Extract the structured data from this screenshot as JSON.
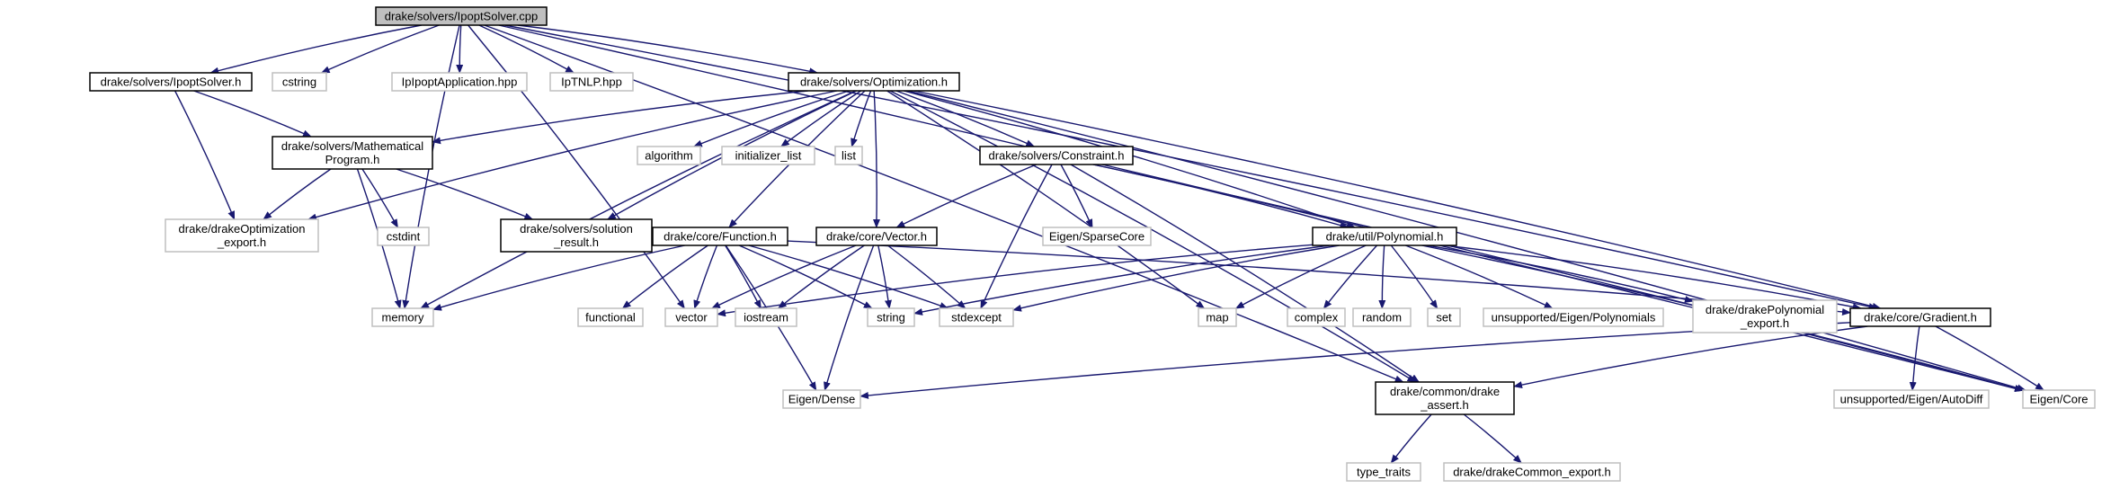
{
  "colors": {
    "edge": "#191970",
    "root_fill": "#bfbfbf",
    "project_border": "#000000",
    "system_border": "#bfbfbf",
    "node_fill": "#ffffff",
    "text": "#000000",
    "system_text": "#808080"
  },
  "nodes": [
    {
      "id": "ipopt_cpp",
      "label": [
        "drake/solvers/IpoptSolver.cpp"
      ],
      "kind": "root",
      "icon": "file-node"
    },
    {
      "id": "ipopt_h",
      "label": [
        "drake/solvers/IpoptSolver.h"
      ],
      "kind": "project",
      "icon": "file-node"
    },
    {
      "id": "cstring",
      "label": [
        "cstring"
      ],
      "kind": "system",
      "icon": "file-node"
    },
    {
      "id": "ipipoptapp",
      "label": [
        "IpIpoptApplication.hpp"
      ],
      "kind": "system",
      "icon": "file-node"
    },
    {
      "id": "iptnlp",
      "label": [
        "IpTNLP.hpp"
      ],
      "kind": "system",
      "icon": "file-node"
    },
    {
      "id": "optimization",
      "label": [
        "drake/solvers/Optimization.h"
      ],
      "kind": "project",
      "icon": "file-node"
    },
    {
      "id": "mathprog",
      "label": [
        "drake/solvers/Mathematical",
        "Program.h"
      ],
      "kind": "project",
      "icon": "file-node"
    },
    {
      "id": "algorithm",
      "label": [
        "algorithm"
      ],
      "kind": "system",
      "icon": "file-node"
    },
    {
      "id": "init_list",
      "label": [
        "initializer_list"
      ],
      "kind": "system",
      "icon": "file-node"
    },
    {
      "id": "list",
      "label": [
        "list"
      ],
      "kind": "system",
      "icon": "file-node"
    },
    {
      "id": "constraint",
      "label": [
        "drake/solvers/Constraint.h"
      ],
      "kind": "project",
      "icon": "file-node"
    },
    {
      "id": "drakeopt_export",
      "label": [
        "drake/drakeOptimization",
        "_export.h"
      ],
      "kind": "system",
      "icon": "file-node"
    },
    {
      "id": "cstdint",
      "label": [
        "cstdint"
      ],
      "kind": "system",
      "icon": "file-node"
    },
    {
      "id": "solution_result",
      "label": [
        "drake/solvers/solution",
        "_result.h"
      ],
      "kind": "project",
      "icon": "file-node"
    },
    {
      "id": "function",
      "label": [
        "drake/core/Function.h"
      ],
      "kind": "project",
      "icon": "file-node"
    },
    {
      "id": "vector_h",
      "label": [
        "drake/core/Vector.h"
      ],
      "kind": "project",
      "icon": "file-node"
    },
    {
      "id": "sparsecore",
      "label": [
        "Eigen/SparseCore"
      ],
      "kind": "system",
      "icon": "file-node"
    },
    {
      "id": "polynomial",
      "label": [
        "drake/util/Polynomial.h"
      ],
      "kind": "project",
      "icon": "file-node"
    },
    {
      "id": "memory",
      "label": [
        "memory"
      ],
      "kind": "system",
      "icon": "file-node"
    },
    {
      "id": "functional",
      "label": [
        "functional"
      ],
      "kind": "system",
      "icon": "file-node"
    },
    {
      "id": "vector",
      "label": [
        "vector"
      ],
      "kind": "system",
      "icon": "file-node"
    },
    {
      "id": "iostream",
      "label": [
        "iostream"
      ],
      "kind": "system",
      "icon": "file-node"
    },
    {
      "id": "string",
      "label": [
        "string"
      ],
      "kind": "system",
      "icon": "file-node"
    },
    {
      "id": "stdexcept",
      "label": [
        "stdexcept"
      ],
      "kind": "system",
      "icon": "file-node"
    },
    {
      "id": "map",
      "label": [
        "map"
      ],
      "kind": "system",
      "icon": "file-node"
    },
    {
      "id": "complex",
      "label": [
        "complex"
      ],
      "kind": "system",
      "icon": "file-node"
    },
    {
      "id": "random",
      "label": [
        "random"
      ],
      "kind": "system",
      "icon": "file-node"
    },
    {
      "id": "set",
      "label": [
        "set"
      ],
      "kind": "system",
      "icon": "file-node"
    },
    {
      "id": "unsup_poly",
      "label": [
        "unsupported/Eigen/Polynomials"
      ],
      "kind": "system",
      "icon": "file-node"
    },
    {
      "id": "drakepoly_export",
      "label": [
        "drake/drakePolynomial",
        "_export.h"
      ],
      "kind": "system",
      "icon": "file-node"
    },
    {
      "id": "gradient",
      "label": [
        "drake/core/Gradient.h"
      ],
      "kind": "project",
      "icon": "file-node"
    },
    {
      "id": "eigen_dense",
      "label": [
        "Eigen/Dense"
      ],
      "kind": "system",
      "icon": "file-node"
    },
    {
      "id": "drake_assert",
      "label": [
        "drake/common/drake",
        "_assert.h"
      ],
      "kind": "project",
      "icon": "file-node"
    },
    {
      "id": "unsup_autodiff",
      "label": [
        "unsupported/Eigen/AutoDiff"
      ],
      "kind": "system",
      "icon": "file-node"
    },
    {
      "id": "eigen_core",
      "label": [
        "Eigen/Core"
      ],
      "kind": "system",
      "icon": "file-node"
    },
    {
      "id": "type_traits",
      "label": [
        "type_traits"
      ],
      "kind": "system",
      "icon": "file-node"
    },
    {
      "id": "drakecommon_export",
      "label": [
        "drake/drakeCommon_export.h"
      ],
      "kind": "system",
      "icon": "file-node"
    }
  ],
  "edges": [
    [
      "ipopt_cpp",
      "ipopt_h"
    ],
    [
      "ipopt_cpp",
      "cstring"
    ],
    [
      "ipopt_cpp",
      "ipipoptapp"
    ],
    [
      "ipopt_cpp",
      "iptnlp"
    ],
    [
      "ipopt_cpp",
      "optimization"
    ],
    [
      "ipopt_cpp",
      "memory"
    ],
    [
      "ipopt_cpp",
      "vector"
    ],
    [
      "ipopt_cpp",
      "gradient"
    ],
    [
      "ipopt_cpp",
      "drake_assert"
    ],
    [
      "ipopt_cpp",
      "eigen_core"
    ],
    [
      "ipopt_h",
      "mathprog"
    ],
    [
      "ipopt_h",
      "drakeopt_export"
    ],
    [
      "optimization",
      "mathprog"
    ],
    [
      "optimization",
      "algorithm"
    ],
    [
      "optimization",
      "init_list"
    ],
    [
      "optimization",
      "list"
    ],
    [
      "optimization",
      "constraint"
    ],
    [
      "optimization",
      "drakeopt_export"
    ],
    [
      "optimization",
      "solution_result"
    ],
    [
      "optimization",
      "function"
    ],
    [
      "optimization",
      "vector_h"
    ],
    [
      "optimization",
      "polynomial"
    ],
    [
      "optimization",
      "memory"
    ],
    [
      "optimization",
      "map"
    ],
    [
      "optimization",
      "gradient"
    ],
    [
      "optimization",
      "eigen_core"
    ],
    [
      "optimization",
      "drake_assert"
    ],
    [
      "mathprog",
      "drakeopt_export"
    ],
    [
      "mathprog",
      "cstdint"
    ],
    [
      "mathprog",
      "solution_result"
    ],
    [
      "mathprog",
      "memory"
    ],
    [
      "constraint",
      "vector_h"
    ],
    [
      "constraint",
      "sparsecore"
    ],
    [
      "constraint",
      "polynomial"
    ],
    [
      "constraint",
      "stdexcept"
    ],
    [
      "constraint",
      "drake_assert"
    ],
    [
      "constraint",
      "eigen_core"
    ],
    [
      "function",
      "memory"
    ],
    [
      "function",
      "functional"
    ],
    [
      "function",
      "vector"
    ],
    [
      "function",
      "iostream"
    ],
    [
      "function",
      "string"
    ],
    [
      "function",
      "stdexcept"
    ],
    [
      "function",
      "eigen_dense"
    ],
    [
      "function",
      "gradient"
    ],
    [
      "vector_h",
      "vector"
    ],
    [
      "vector_h",
      "iostream"
    ],
    [
      "vector_h",
      "string"
    ],
    [
      "vector_h",
      "stdexcept"
    ],
    [
      "vector_h",
      "eigen_dense"
    ],
    [
      "polynomial",
      "vector"
    ],
    [
      "polynomial",
      "string"
    ],
    [
      "polynomial",
      "stdexcept"
    ],
    [
      "polynomial",
      "map"
    ],
    [
      "polynomial",
      "complex"
    ],
    [
      "polynomial",
      "random"
    ],
    [
      "polynomial",
      "set"
    ],
    [
      "polynomial",
      "unsup_poly"
    ],
    [
      "polynomial",
      "drakepoly_export"
    ],
    [
      "polynomial",
      "gradient"
    ],
    [
      "polynomial",
      "eigen_core"
    ],
    [
      "gradient",
      "eigen_dense"
    ],
    [
      "gradient",
      "drake_assert"
    ],
    [
      "gradient",
      "unsup_autodiff"
    ],
    [
      "gradient",
      "eigen_core"
    ],
    [
      "drake_assert",
      "type_traits"
    ],
    [
      "drake_assert",
      "drakecommon_export"
    ]
  ]
}
